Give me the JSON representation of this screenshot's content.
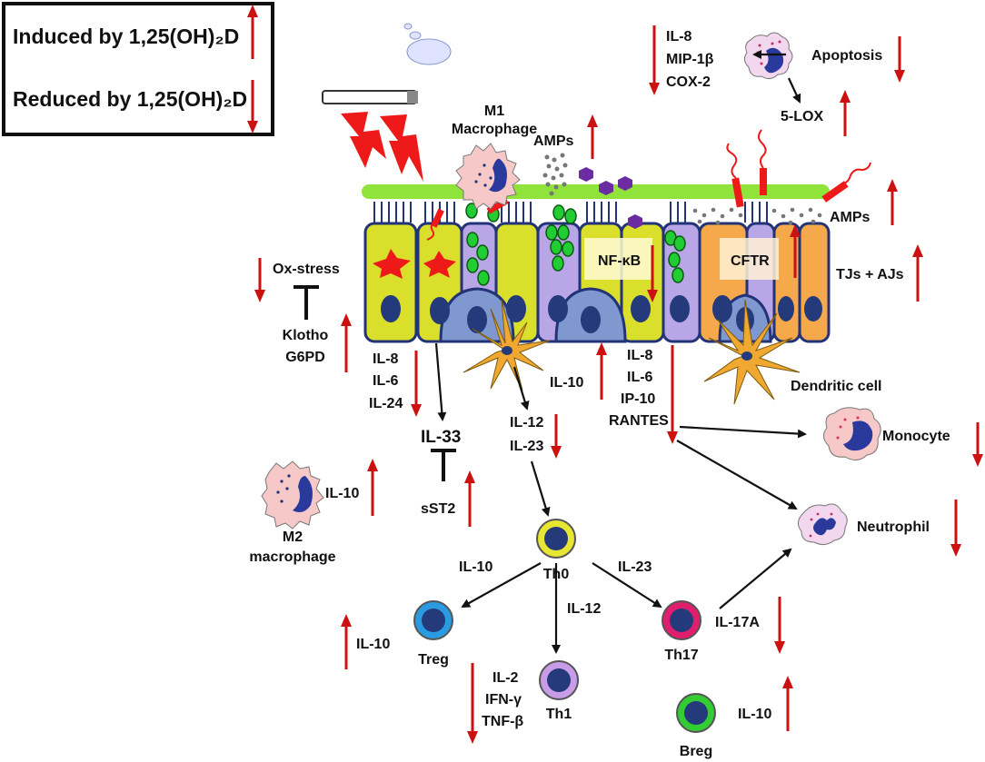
{
  "legend": {
    "induced": "Induced by 1,25(OH)₂D",
    "reduced": "Reduced by 1,25(OH)₂D"
  },
  "labels": {
    "m1_line1": "M1",
    "m1_line2": "Macrophage",
    "amps_top": "AMPs",
    "amps_right": "AMPs",
    "il8_top": "IL-8",
    "mip1b": "MIP-1β",
    "cox2": "COX-2",
    "apoptosis": "Apoptosis",
    "lox5": "5-LOX",
    "nfkb": "NF-κB",
    "cftr": "CFTR",
    "tjs": "TJs + AJs",
    "ox_stress": "Ox-stress",
    "klotho": "Klotho",
    "g6pd": "G6PD",
    "il8_left": "IL-8",
    "il6_left": "IL-6",
    "il24": "IL-24",
    "il33": "IL-33",
    "sst2": "sST2",
    "il10_mid": "IL-10",
    "il12_mid": "IL-12",
    "il23_mid": "IL-23",
    "il8_right": "IL-8",
    "il6_right": "IL-6",
    "ip10": "IP-10",
    "rantes": "RANTES",
    "dendritic": "Dendritic cell",
    "monocyte": "Monocyte",
    "neutrophil": "Neutrophil",
    "il10_m2": "IL-10",
    "m2_line1": "M2",
    "m2_line2": "macrophage",
    "th0": "Th0",
    "il10_treg_arrow": "IL-10",
    "il23_th17_arrow": "IL-23",
    "il12_th1_arrow": "IL-12",
    "treg": "Treg",
    "il10_treg": "IL-10",
    "th1": "Th1",
    "il2": "IL-2",
    "ifng": "IFN-γ",
    "tnfb": "TNF-β",
    "th17": "Th17",
    "il17a": "IL-17A",
    "breg": "Breg",
    "il10_breg": "IL-10"
  },
  "colors": {
    "induce_arrow": "#cc1111",
    "mucus_layer": "#8fe33a",
    "yellow_cell": "#d9df2a",
    "purple_cell": "#b9a6e6",
    "orange_cell": "#f5a94a",
    "nucleus": "#253a7a",
    "granule": "#22cc33",
    "dendritic": "#f0a830",
    "treg_ring": "#2a9be0",
    "th0_ring": "#e6e633",
    "th1_ring": "#c89ce8",
    "th17_ring": "#e01e6e",
    "breg_ring": "#33cc33"
  }
}
